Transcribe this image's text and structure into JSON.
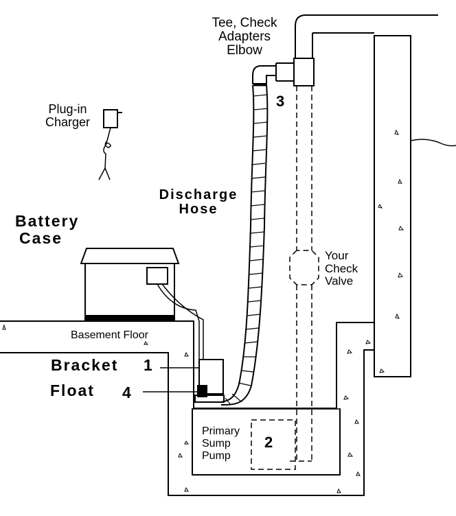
{
  "labels": {
    "tee_line1": "Tee, Check",
    "tee_line2": "Adapters",
    "tee_line3": "Elbow",
    "plugin_line1": "Plug-in",
    "plugin_line2": "Charger",
    "discharge_line1": "Discharge",
    "discharge_line2": "Hose",
    "battery_line1": "Battery",
    "battery_line2": "Case",
    "check_line1": "Your",
    "check_line2": "Check",
    "check_line3": "Valve",
    "basement_floor": "Basement Floor",
    "bracket": "Bracket",
    "float": "Float",
    "primary_line1": "Primary",
    "primary_line2": "Sump",
    "primary_line3": "Pump"
  },
  "callouts": {
    "bracket_num": "1",
    "primary_num": "2",
    "hose_num": "3",
    "float_num": "4"
  },
  "colors": {
    "line": "#000000",
    "background": "#ffffff"
  }
}
